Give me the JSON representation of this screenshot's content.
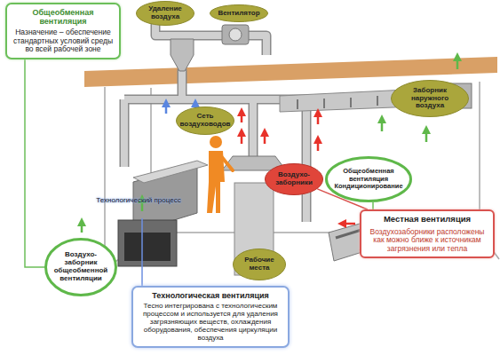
{
  "diagram": {
    "nodes": [
      {
        "text": [
          "Общеобменная вентиляция",
          "Назначение – обеспечение стандартных условий среды во всей рабочей зоне"
        ]
      },
      {
        "text": [
          "Удаление воздуха"
        ]
      },
      {
        "text": [
          "Вентилятор"
        ]
      },
      {
        "text": [
          "Сеть воздуховодов"
        ]
      },
      {
        "text": [
          "Заборник наружного воздуха"
        ]
      },
      {
        "text": [
          "Воздухо-заборники"
        ]
      },
      {
        "text": [
          "Общеобменная вентиляция Кондиционирование"
        ]
      },
      {
        "text": [
          "Местная вентиляция",
          "Воздухозаборники расположены как можно ближе к источникам загрязнения или тепла"
        ]
      },
      {
        "text": [
          "Воздухо-заборник общеобменной вентиляции"
        ]
      },
      {
        "text": [
          "Рабочие места"
        ]
      },
      {
        "text": [
          "Технологическая вентиляция",
          "Тесно интегрирована с технологическим процессом и используется для удаления загрязняющих веществ, охлаждения оборудования, обеспечения циркуляции воздуха"
        ]
      }
    ],
    "edges": [
      {
        "from": 0,
        "to": 8,
        "arrow": "none"
      },
      {
        "from": 7,
        "to": 5,
        "arrow": "none"
      }
    ],
    "labels": [
      "Технологический процесс"
    ]
  }
}
